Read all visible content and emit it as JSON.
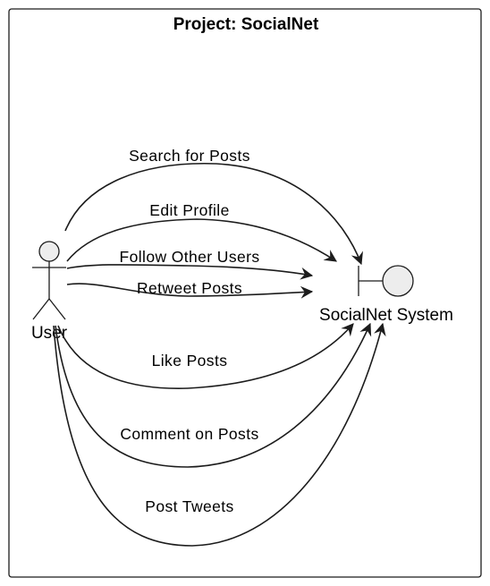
{
  "frame": {
    "title": "Project: SocialNet"
  },
  "actor": {
    "label": "User",
    "icon": "stick-figure-icon"
  },
  "system": {
    "label": "SocialNet System",
    "icon": "boundary-icon"
  },
  "interactions": [
    {
      "label": "Search for Posts"
    },
    {
      "label": "Edit Profile"
    },
    {
      "label": "Follow Other Users"
    },
    {
      "label": "Retweet Posts"
    },
    {
      "label": "Like Posts"
    },
    {
      "label": "Comment on Posts"
    },
    {
      "label": "Post Tweets"
    }
  ],
  "colors": {
    "stroke": "#1c1c1c",
    "fill": "#ededed"
  }
}
